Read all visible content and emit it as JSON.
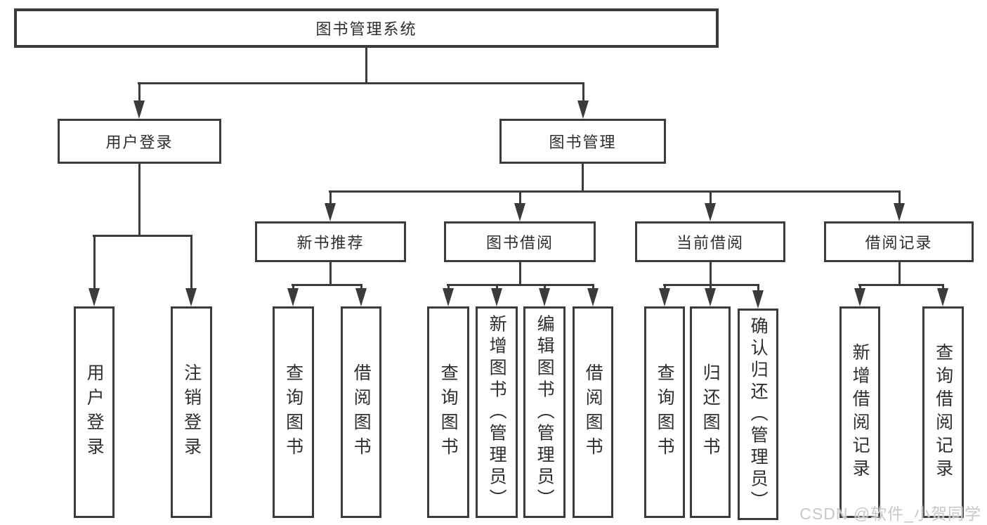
{
  "diagram": {
    "type": "tree",
    "root": {
      "label": "图书管理系统",
      "children": [
        {
          "label": "用户登录",
          "children": [
            {
              "label": "用户登录"
            },
            {
              "label": "注销登录"
            }
          ]
        },
        {
          "label": "图书管理",
          "children": [
            {
              "label": "新书推荐",
              "children": [
                {
                  "label": "查询图书"
                },
                {
                  "label": "借阅图书"
                }
              ]
            },
            {
              "label": "图书借阅",
              "children": [
                {
                  "label": "查询图书"
                },
                {
                  "label": "新增图书（管理员）"
                },
                {
                  "label": "编辑图书（管理员）"
                },
                {
                  "label": "借阅图书"
                }
              ]
            },
            {
              "label": "当前借阅",
              "children": [
                {
                  "label": "查询图书"
                },
                {
                  "label": "归还图书"
                },
                {
                  "label": "确认归还（管理员）"
                }
              ]
            },
            {
              "label": "借阅记录",
              "children": [
                {
                  "label": "新增借阅记录"
                },
                {
                  "label": "查询借阅记录"
                }
              ]
            }
          ]
        }
      ]
    },
    "colors": {
      "line": "#3b3b3b",
      "text": "#2e2e2e",
      "background": "#ffffff",
      "watermark": "#c8c8c8"
    }
  },
  "watermark": {
    "text": "CSDN @软件_小贺同学"
  }
}
